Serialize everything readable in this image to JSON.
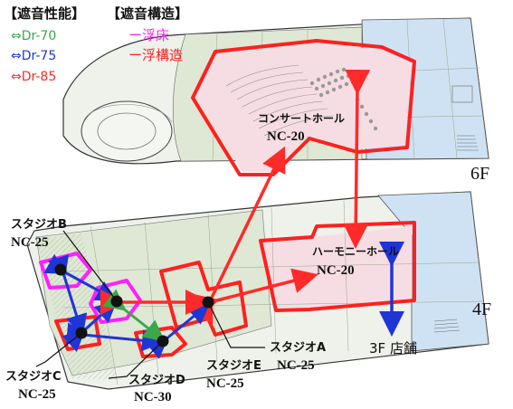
{
  "legend": {
    "perf_title": "【遮音性能】",
    "perf_items": [
      {
        "label": "⇔Dr-70",
        "color": "#3aa84a"
      },
      {
        "label": "⇔Dr-75",
        "color": "#1f35d6"
      },
      {
        "label": "⇔Dr-85",
        "color": "#ff2a2a"
      }
    ],
    "struct_title": "【遮音構造】",
    "struct_items": [
      {
        "label": "ー浮床",
        "color": "#ff1fff"
      },
      {
        "label": "ー浮構造",
        "color": "#ff2020"
      }
    ]
  },
  "floors": {
    "upper": "6F",
    "lower": "4F"
  },
  "rooms": {
    "concert_name": "コンサートホール",
    "concert_nc": "NC-20",
    "harmony_name": "ハーモニーホール",
    "harmony_nc": "NC-20",
    "studio_a_name": "スタジオA",
    "studio_a_nc": "NC-25",
    "studio_b_name": "スタジオB",
    "studio_b_nc": "NC-25",
    "studio_c_name": "スタジオC",
    "studio_c_nc": "NC-25",
    "studio_d_name": "スタジオD",
    "studio_d_nc": "NC-30",
    "studio_e_name": "スタジオE",
    "studio_e_nc": "NC-25",
    "shop_label": "3F 店舗"
  },
  "colors": {
    "dr70": "#3aa84a",
    "dr75": "#1f35d6",
    "dr85": "#ff2a2a",
    "floating_floor": "#ff1fff",
    "floating_structure": "#ff2020",
    "floor_fill": "#dfe8d4",
    "blue_zone": "#cfe2f3",
    "pink_zone": "#f6dde3"
  }
}
